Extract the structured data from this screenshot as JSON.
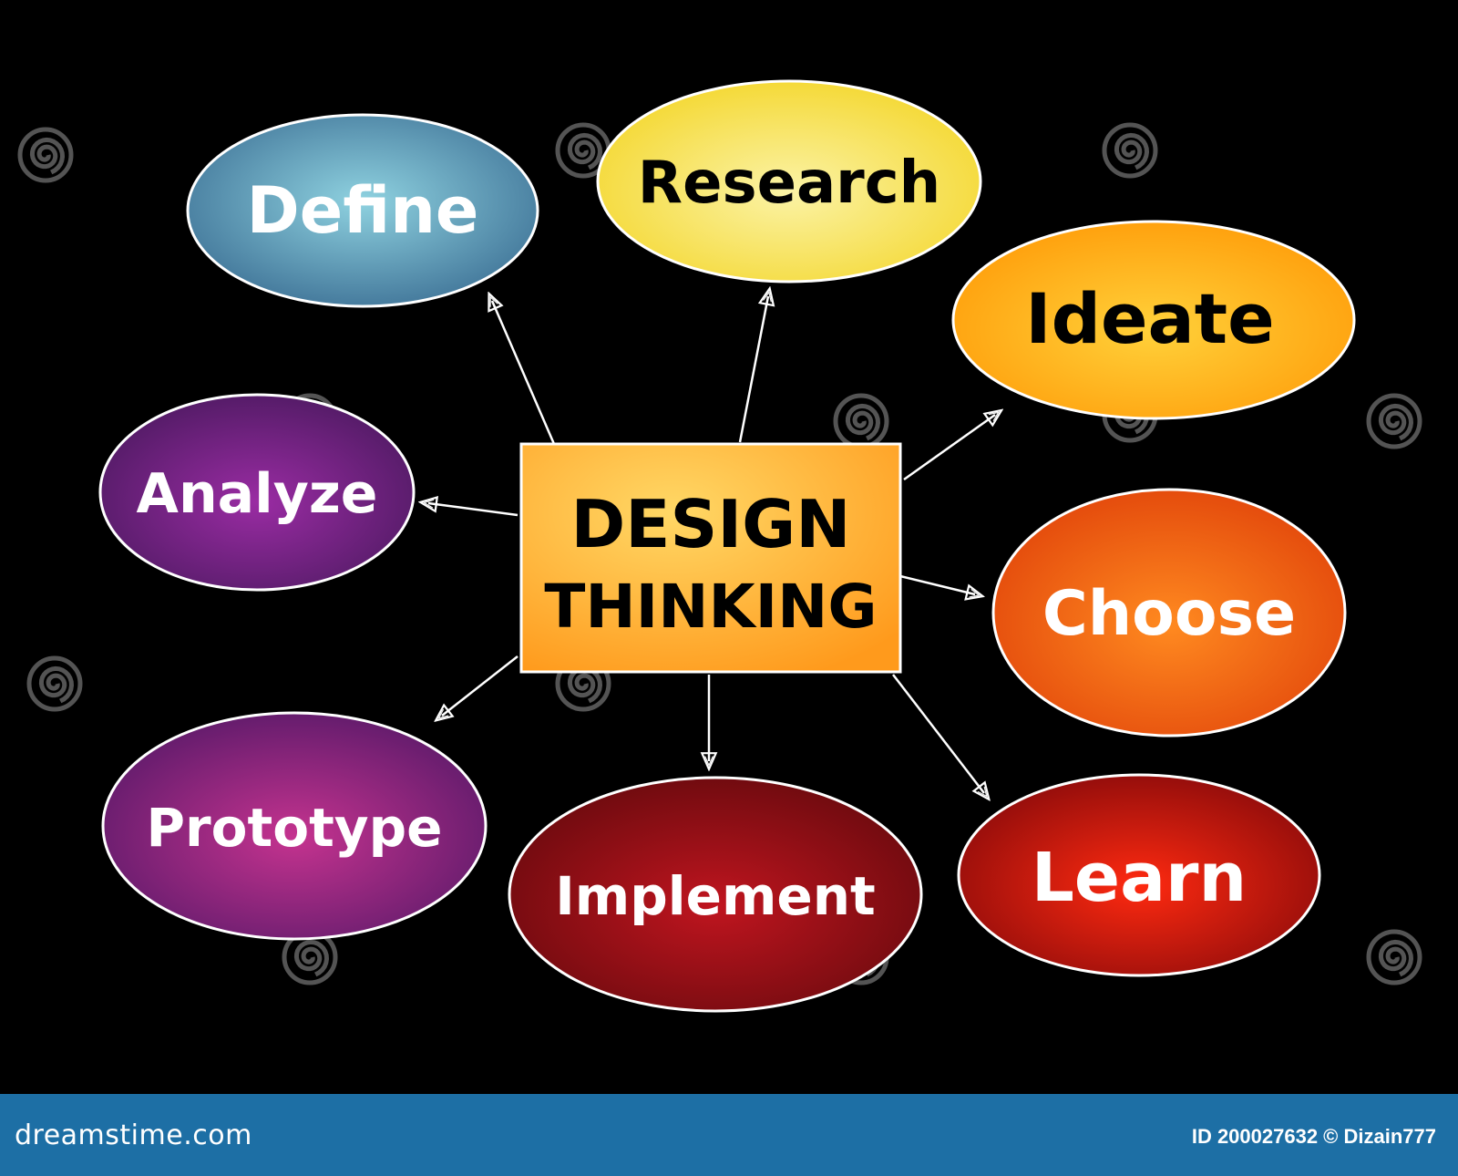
{
  "diagram": {
    "center": {
      "line1": "DESIGN",
      "line2": "THINKING"
    },
    "nodes": [
      {
        "id": "define",
        "label": "Define",
        "text_color": "#ffffff",
        "fill_inner": "#8fd2e0",
        "fill_outer": "#3f7397"
      },
      {
        "id": "research",
        "label": "Research",
        "text_color": "#000000",
        "fill_inner": "#fbf3a6",
        "fill_outer": "#f4d72e"
      },
      {
        "id": "ideate",
        "label": "Ideate",
        "text_color": "#000000",
        "fill_inner": "#ffd13a",
        "fill_outer": "#ff9d0a"
      },
      {
        "id": "analyze",
        "label": "Analyze",
        "text_color": "#ffffff",
        "fill_inner": "#9a2ca3",
        "fill_outer": "#4f1a63"
      },
      {
        "id": "choose",
        "label": "Choose",
        "text_color": "#ffffff",
        "fill_inner": "#ff8a20",
        "fill_outer": "#e2460b"
      },
      {
        "id": "prototype",
        "label": "Prototype",
        "text_color": "#ffffff",
        "fill_inner": "#c5338f",
        "fill_outer": "#5c1a6a"
      },
      {
        "id": "implement",
        "label": "Implement",
        "text_color": "#ffffff",
        "fill_inner": "#c0151f",
        "fill_outer": "#6a0a0e"
      },
      {
        "id": "learn",
        "label": "Learn",
        "text_color": "#ffffff",
        "fill_inner": "#ff2a10",
        "fill_outer": "#8c0b0b"
      }
    ]
  },
  "watermark": {
    "logo_icon": "spiral-icon",
    "text": "dreamstime"
  },
  "footer": {
    "brand": "dreamstime.com",
    "credit": "ID 200027632 © Dizain777",
    "background": "#1d6fa5"
  }
}
